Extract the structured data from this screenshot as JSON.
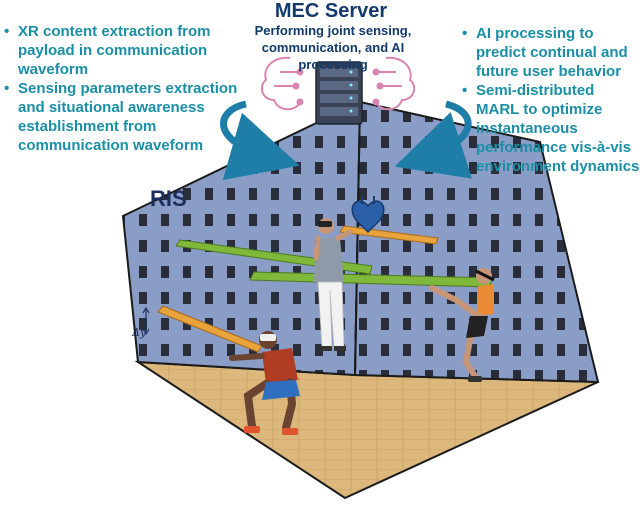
{
  "left_bullets": [
    "XR content extraction from payload in communication waveform",
    "Sensing parameters extraction and situational awareness establishment from communication waveform"
  ],
  "right_bullets": [
    "AI processing to predict continual and future user behavior",
    "Semi-distributed MARL to optimize instantaneous performance vis-à-vis environment dynamics"
  ],
  "server": {
    "title": "MEC Server",
    "subtitle": "Performing joint sensing, communication, and AI processing"
  },
  "ris_label": "RIS",
  "delta_label": "Δy",
  "colors": {
    "text_teal": "#1a8fa6",
    "title_navy": "#123a6b",
    "wall": "#7b8fbd",
    "floor": "#d9b57a",
    "beam_green": "#7fb83a",
    "beam_orange": "#e8a33c"
  },
  "icons": [
    "brain-icon",
    "server-icon",
    "curved-arrow-icon",
    "vr-headset-icon",
    "hologram-heart-icon"
  ]
}
